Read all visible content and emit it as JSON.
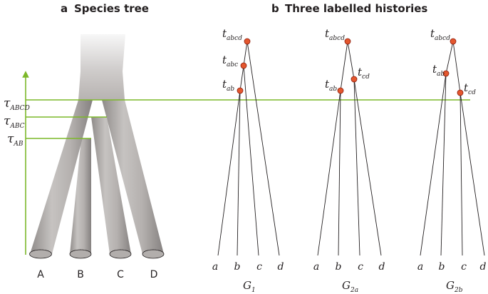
{
  "panel_a": {
    "letter": "a",
    "title": "Species tree",
    "taus": [
      {
        "base": "τ",
        "sub": "ABCD"
      },
      {
        "base": "τ",
        "sub": "ABC"
      },
      {
        "base": "τ",
        "sub": "AB"
      }
    ],
    "species": [
      "A",
      "B",
      "C",
      "D"
    ]
  },
  "panel_b": {
    "letter": "b",
    "title": "Three labelled histories",
    "leaves": [
      "a",
      "b",
      "c",
      "d"
    ],
    "histories": [
      {
        "name_base": "G",
        "name_sub": "1",
        "nodes": [
          {
            "base": "t",
            "sub": "abcd"
          },
          {
            "base": "t",
            "sub": "abc"
          },
          {
            "base": "t",
            "sub": "ab"
          }
        ]
      },
      {
        "name_base": "G",
        "name_sub": "2a",
        "nodes": [
          {
            "base": "t",
            "sub": "abcd"
          },
          {
            "base": "t",
            "sub": "ab"
          },
          {
            "base": "t",
            "sub": "cd"
          }
        ]
      },
      {
        "name_base": "G",
        "name_sub": "2b",
        "nodes": [
          {
            "base": "t",
            "sub": "abcd"
          },
          {
            "base": "t",
            "sub": "ab"
          },
          {
            "base": "t",
            "sub": "cd"
          }
        ]
      }
    ]
  },
  "colors": {
    "time_axis": "#7cb829",
    "node": "#e4572e",
    "line": "#231f20",
    "tree_light": "#f4f4f4",
    "tree_dark": "#a9a5a3"
  }
}
